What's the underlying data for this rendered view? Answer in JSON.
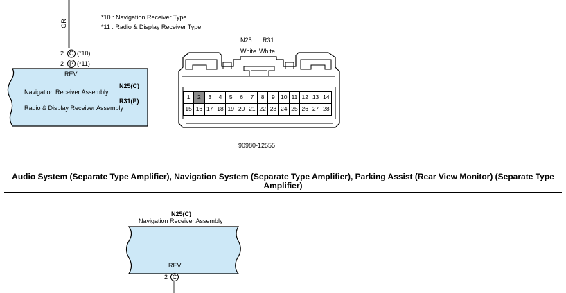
{
  "top_wire": {
    "color_code": "GR",
    "notes": [
      "*10 : Navigation Receiver Type",
      "*11 : Radio & Display Receiver Type"
    ],
    "pins": [
      {
        "pin": "2",
        "connector": "C",
        "note": "(*10)"
      },
      {
        "pin": "2",
        "connector": "P",
        "note": "(*11)"
      }
    ],
    "terminal_label": "REV"
  },
  "top_component": {
    "line1": "Navigation Receiver Assembly",
    "line2": "Radio & Display Receiver Assembly",
    "code1": "N25(C)",
    "code2": "R31(P)"
  },
  "connector": {
    "header_codes": [
      "N25",
      "R31"
    ],
    "header_colors": [
      "White",
      "White"
    ],
    "row1": [
      "1",
      "2",
      "3",
      "4",
      "5",
      "6",
      "7",
      "8",
      "9",
      "10",
      "11",
      "12",
      "13",
      "14"
    ],
    "row2": [
      "15",
      "16",
      "17",
      "18",
      "19",
      "20",
      "21",
      "22",
      "23",
      "24",
      "25",
      "26",
      "27",
      "28"
    ],
    "highlighted_pin": "2",
    "part_number": "90980-12555"
  },
  "section_title": "Audio System (Separate Type Amplifier), Navigation System (Separate Type Amplifier), Parking Assist (Rear View Monitor) (Separate Type Amplifier)",
  "bottom_component": {
    "code": "N25(C)",
    "name": "Navigation Receiver Assembly",
    "terminal_label": "REV",
    "pin": "2",
    "connector": "C"
  },
  "colors": {
    "box_fill": "#cde8f7",
    "wire": "#9a9a9a",
    "highlight_pin": "#8c8c8c"
  }
}
